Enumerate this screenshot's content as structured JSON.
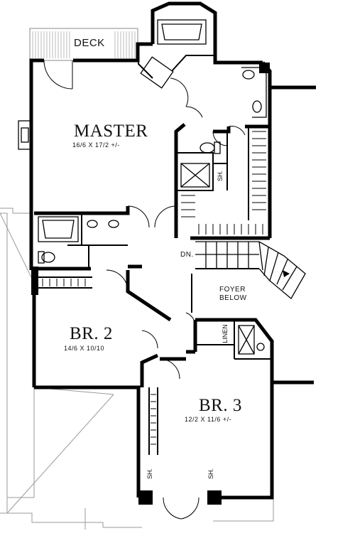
{
  "rooms": {
    "deck": "DECK",
    "master": {
      "name": "MASTER",
      "dims": "16/6  X  17/2  +/-"
    },
    "br2": {
      "name": "BR. 2",
      "dims": "14/6  X  10/10"
    },
    "br3": {
      "name": "BR. 3",
      "dims": "12/2  X  11/6  +/-"
    },
    "foyer_below": [
      "FOYER",
      "BELOW"
    ],
    "linen": "LINEN",
    "shower": "SH.",
    "stair_down": "DN."
  },
  "colors": {
    "wall": "#000000",
    "background": "#ffffff",
    "light_line": "#9a9a9a"
  }
}
